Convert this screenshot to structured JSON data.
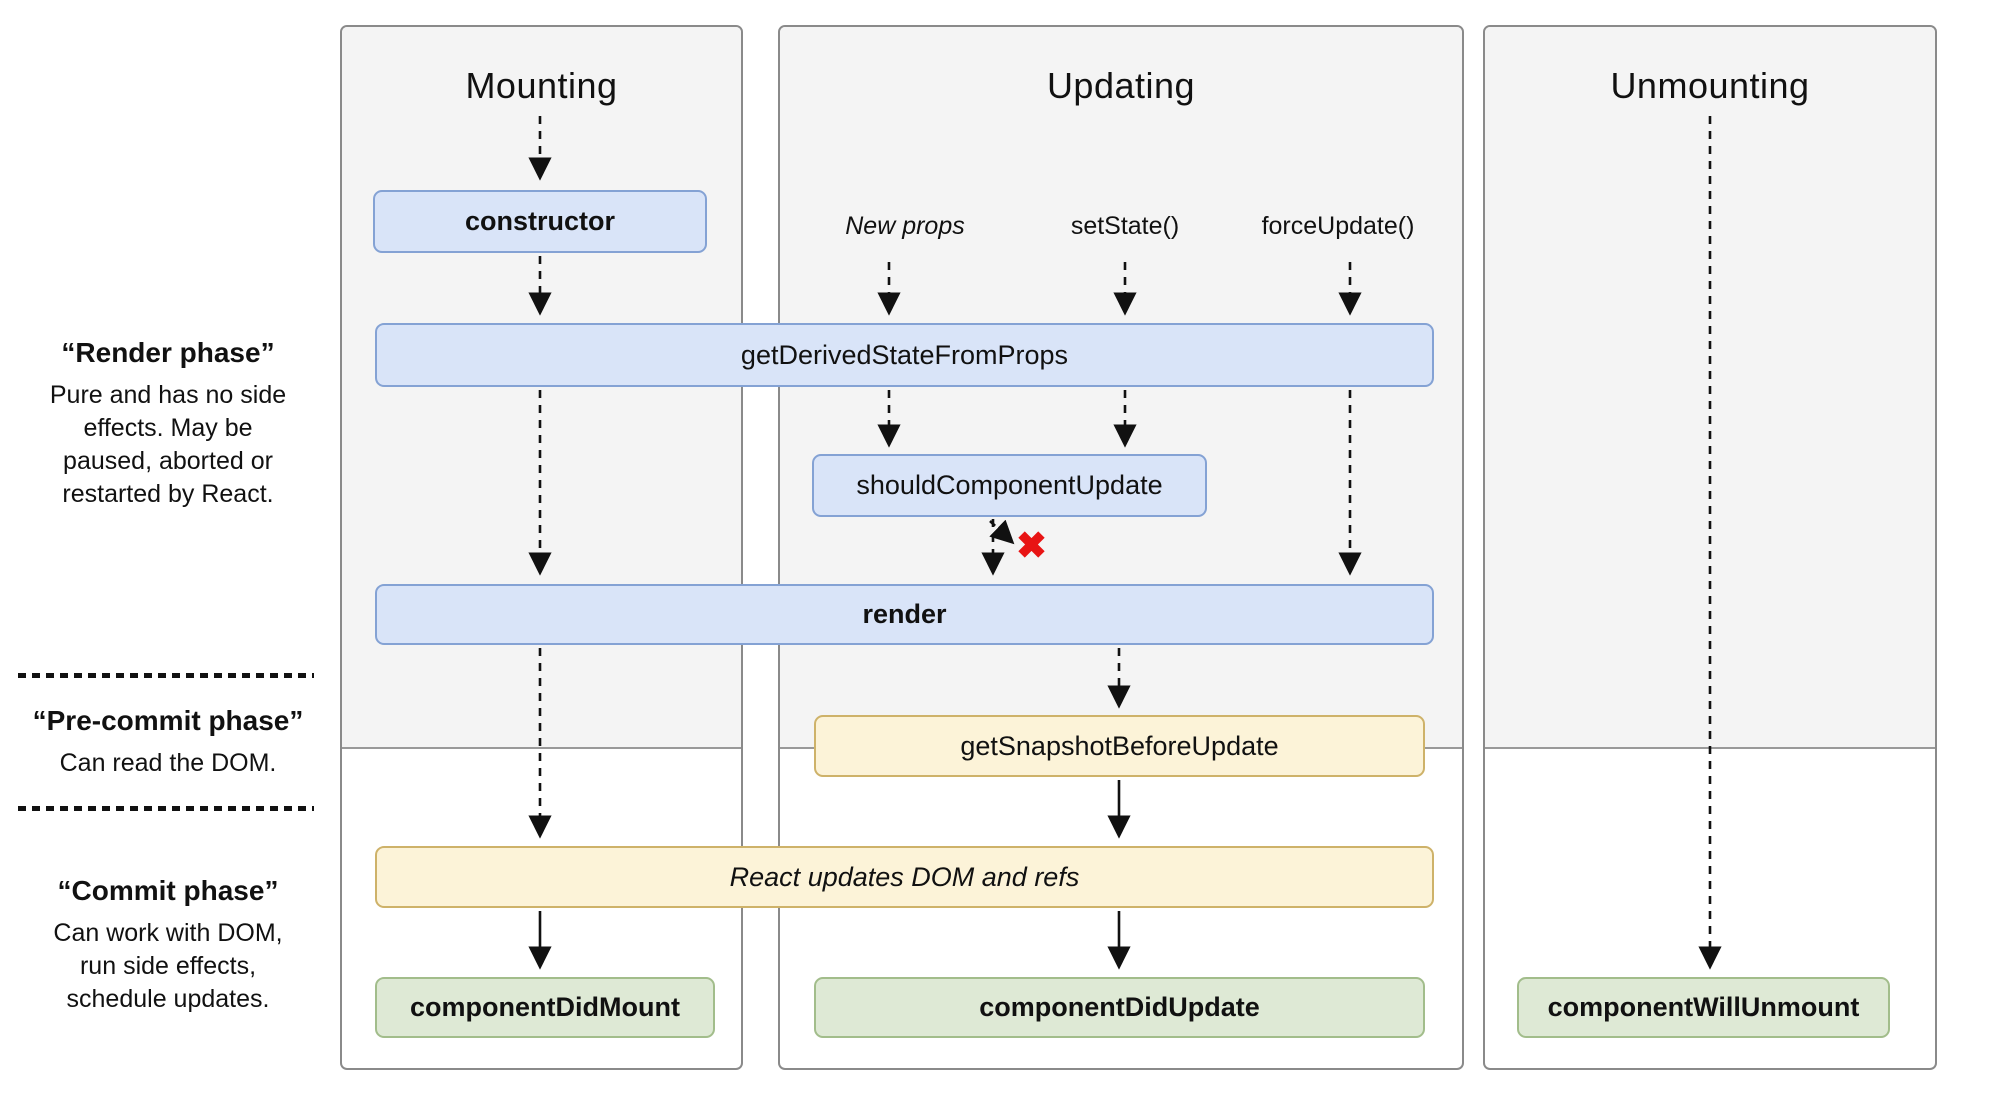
{
  "sidebar": {
    "render_phase": {
      "title": "“Render phase”",
      "body": "Pure and has no side\neffects. May be\npaused, aborted or\nrestarted by React."
    },
    "pre_commit_phase": {
      "title": "“Pre-commit phase”",
      "body": "Can read the DOM."
    },
    "commit_phase": {
      "title": "“Commit phase”",
      "body": "Can work with DOM,\nrun side effects,\nschedule updates."
    }
  },
  "columns": {
    "mounting": {
      "title": "Mounting"
    },
    "updating": {
      "title": "Updating",
      "triggers": [
        "New props",
        "setState()",
        "forceUpdate()"
      ]
    },
    "unmounting": {
      "title": "Unmounting"
    }
  },
  "nodes": {
    "constructor": "constructor",
    "get_derived": "getDerivedStateFromProps",
    "should_update": "shouldComponentUpdate",
    "render": "render",
    "get_snapshot": "getSnapshotBeforeUpdate",
    "react_updates": "React updates DOM and refs",
    "did_mount": "componentDidMount",
    "did_update": "componentDidUpdate",
    "will_unmount": "componentWillUnmount"
  },
  "icons": {
    "cancel_x": "✖"
  },
  "colors": {
    "lifecycle_blue_fill": "#d9e4f8",
    "lifecycle_blue_border": "#84a2d4",
    "commit_yellow_fill": "#fcf3d8",
    "commit_yellow_border": "#ceb269",
    "effect_green_fill": "#dee9d5",
    "effect_green_border": "#a2bd8b",
    "panel_gray_fill": "#f4f4f4",
    "panel_border": "#8a8a8a",
    "cancel_red": "#e81414"
  }
}
